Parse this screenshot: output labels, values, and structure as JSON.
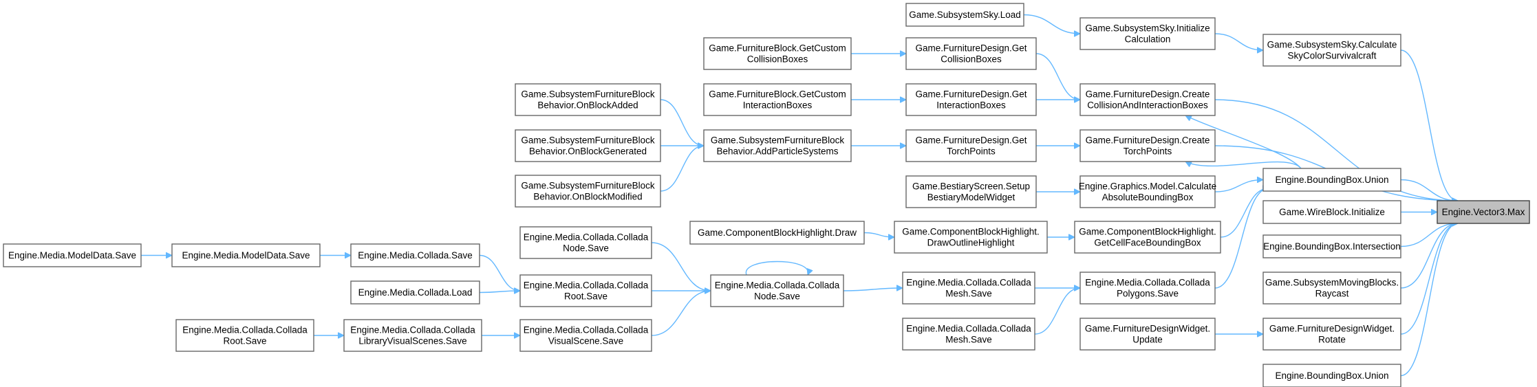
{
  "graph": {
    "colors": {
      "edge": "#63b8ff",
      "node_border": "#666666",
      "target_fill": "#bfbfbf"
    },
    "nodes": [
      {
        "id": "n_vmax",
        "lines": [
          "Engine.Vector3.Max"
        ],
        "target": true
      },
      {
        "id": "n_sky_load",
        "lines": [
          "Game.SubsystemSky.Load"
        ]
      },
      {
        "id": "n_sky_init",
        "lines": [
          "Game.SubsystemSky.Initialize",
          "Calculation"
        ]
      },
      {
        "id": "n_sky_calc",
        "lines": [
          "Game.SubsystemSky.Calculate",
          "SkyColorSurvivalcraft"
        ]
      },
      {
        "id": "n_fb_getcoll",
        "lines": [
          "Game.FurnitureBlock.GetCustom",
          "CollisionBoxes"
        ]
      },
      {
        "id": "n_fd_getcoll",
        "lines": [
          "Game.FurnitureDesign.Get",
          "CollisionBoxes"
        ]
      },
      {
        "id": "n_fb_getint",
        "lines": [
          "Game.FurnitureBlock.GetCustom",
          "InteractionBoxes"
        ]
      },
      {
        "id": "n_fd_getint",
        "lines": [
          "Game.FurnitureDesign.Get",
          "InteractionBoxes"
        ]
      },
      {
        "id": "n_fd_createcoll",
        "lines": [
          "Game.FurnitureDesign.Create",
          "CollisionAndInteractionBoxes"
        ]
      },
      {
        "id": "n_sfb_added",
        "lines": [
          "Game.SubsystemFurnitureBlock",
          "Behavior.OnBlockAdded"
        ]
      },
      {
        "id": "n_sfb_gen",
        "lines": [
          "Game.SubsystemFurnitureBlock",
          "Behavior.OnBlockGenerated"
        ]
      },
      {
        "id": "n_sfb_mod",
        "lines": [
          "Game.SubsystemFurnitureBlock",
          "Behavior.OnBlockModified"
        ]
      },
      {
        "id": "n_sfb_addps",
        "lines": [
          "Game.SubsystemFurnitureBlock",
          "Behavior.AddParticleSystems"
        ]
      },
      {
        "id": "n_fd_gettorch",
        "lines": [
          "Game.FurnitureDesign.Get",
          "TorchPoints"
        ]
      },
      {
        "id": "n_fd_createtorch",
        "lines": [
          "Game.FurnitureDesign.Create",
          "TorchPoints"
        ]
      },
      {
        "id": "n_bb_union1",
        "lines": [
          "Engine.BoundingBox.Union"
        ]
      },
      {
        "id": "n_bestiary",
        "lines": [
          "Game.BestiaryScreen.Setup",
          "BestiaryModelWidget"
        ]
      },
      {
        "id": "n_gm_calc",
        "lines": [
          "Engine.Graphics.Model.Calculate",
          "AbsoluteBoundingBox"
        ]
      },
      {
        "id": "n_wire_init",
        "lines": [
          "Game.WireBlock.Initialize"
        ]
      },
      {
        "id": "n_cbh_draw",
        "lines": [
          "Game.ComponentBlockHighlight.Draw"
        ]
      },
      {
        "id": "n_cbh_drawout",
        "lines": [
          "Game.ComponentBlockHighlight.",
          "DrawOutlineHighlight"
        ]
      },
      {
        "id": "n_cbh_getcell",
        "lines": [
          "Game.ComponentBlockHighlight.",
          "GetCellFaceBoundingBox"
        ]
      },
      {
        "id": "n_bb_inter",
        "lines": [
          "Engine.BoundingBox.Intersection"
        ]
      },
      {
        "id": "n_md_save1",
        "lines": [
          "Engine.Media.ModelData.Save"
        ]
      },
      {
        "id": "n_md_save2",
        "lines": [
          "Engine.Media.ModelData.Save"
        ]
      },
      {
        "id": "n_col_save",
        "lines": [
          "Engine.Media.Collada.Save"
        ]
      },
      {
        "id": "n_cnode_save_a",
        "lines": [
          "Engine.Media.Collada.Collada",
          "Node.Save"
        ]
      },
      {
        "id": "n_cnode_save_main",
        "lines": [
          "Engine.Media.Collada.Collada",
          "Node.Save"
        ]
      },
      {
        "id": "n_col_load",
        "lines": [
          "Engine.Media.Collada.Load"
        ]
      },
      {
        "id": "n_croot_save_a",
        "lines": [
          "Engine.Media.Collada.Collada",
          "Root.Save"
        ]
      },
      {
        "id": "n_cmesh_save_a",
        "lines": [
          "Engine.Media.Collada.Collada",
          "Mesh.Save"
        ]
      },
      {
        "id": "n_cpoly_save",
        "lines": [
          "Engine.Media.Collada.Collada",
          "Polygons.Save"
        ]
      },
      {
        "id": "n_smb_raycast",
        "lines": [
          "Game.SubsystemMovingBlocks.",
          "Raycast"
        ]
      },
      {
        "id": "n_croot_save_b",
        "lines": [
          "Engine.Media.Collada.Collada",
          "Root.Save"
        ]
      },
      {
        "id": "n_clvs_save",
        "lines": [
          "Engine.Media.Collada.Collada",
          "LibraryVisualScenes.Save"
        ]
      },
      {
        "id": "n_cvs_save",
        "lines": [
          "Engine.Media.Collada.Collada",
          "VisualScene.Save"
        ]
      },
      {
        "id": "n_cmesh_save_b",
        "lines": [
          "Engine.Media.Collada.Collada",
          "Mesh.Save"
        ]
      },
      {
        "id": "n_fdw_update",
        "lines": [
          "Game.FurnitureDesignWidget.",
          "Update"
        ]
      },
      {
        "id": "n_fdw_rotate",
        "lines": [
          "Game.FurnitureDesignWidget.",
          "Rotate"
        ]
      },
      {
        "id": "n_bb_union2",
        "lines": [
          "Engine.BoundingBox.Union"
        ]
      }
    ],
    "edges": [
      {
        "from": "n_sky_load",
        "to": "n_sky_init"
      },
      {
        "from": "n_sky_init",
        "to": "n_sky_calc"
      },
      {
        "from": "n_sky_calc",
        "to": "n_vmax"
      },
      {
        "from": "n_fb_getcoll",
        "to": "n_fd_getcoll"
      },
      {
        "from": "n_fd_getcoll",
        "to": "n_fd_createcoll"
      },
      {
        "from": "n_fb_getint",
        "to": "n_fd_getint"
      },
      {
        "from": "n_fd_getint",
        "to": "n_fd_createcoll"
      },
      {
        "from": "n_fd_createcoll",
        "to": "n_vmax"
      },
      {
        "from": "n_fd_createcoll",
        "to": "n_bb_union1",
        "reverse": true
      },
      {
        "from": "n_sfb_added",
        "to": "n_sfb_addps"
      },
      {
        "from": "n_sfb_gen",
        "to": "n_sfb_addps"
      },
      {
        "from": "n_sfb_mod",
        "to": "n_sfb_addps"
      },
      {
        "from": "n_sfb_addps",
        "to": "n_fd_gettorch"
      },
      {
        "from": "n_fd_gettorch",
        "to": "n_fd_createtorch"
      },
      {
        "from": "n_fd_createtorch",
        "to": "n_vmax"
      },
      {
        "from": "n_fd_createtorch",
        "to": "n_bb_union1",
        "reverse": true
      },
      {
        "from": "n_bb_union1",
        "to": "n_vmax"
      },
      {
        "from": "n_bestiary",
        "to": "n_gm_calc"
      },
      {
        "from": "n_gm_calc",
        "to": "n_bb_union1"
      },
      {
        "from": "n_wire_init",
        "to": "n_vmax"
      },
      {
        "from": "n_cbh_draw",
        "to": "n_cbh_drawout"
      },
      {
        "from": "n_cbh_drawout",
        "to": "n_cbh_getcell"
      },
      {
        "from": "n_cbh_getcell",
        "to": "n_bb_union1"
      },
      {
        "from": "n_bb_inter",
        "to": "n_vmax"
      },
      {
        "from": "n_md_save1",
        "to": "n_md_save2"
      },
      {
        "from": "n_md_save2",
        "to": "n_col_save"
      },
      {
        "from": "n_col_save",
        "to": "n_croot_save_a"
      },
      {
        "from": "n_col_load",
        "to": "n_croot_save_a"
      },
      {
        "from": "n_cnode_save_a",
        "to": "n_cnode_save_main"
      },
      {
        "from": "n_croot_save_a",
        "to": "n_cnode_save_main"
      },
      {
        "from": "n_cnode_save_main",
        "to": "n_cnode_save_main",
        "self": true
      },
      {
        "from": "n_croot_save_b",
        "to": "n_clvs_save"
      },
      {
        "from": "n_clvs_save",
        "to": "n_cvs_save"
      },
      {
        "from": "n_cvs_save",
        "to": "n_cnode_save_main"
      },
      {
        "from": "n_cnode_save_main",
        "to": "n_cmesh_save_a"
      },
      {
        "from": "n_cmesh_save_a",
        "to": "n_cpoly_save"
      },
      {
        "from": "n_cmesh_save_b",
        "to": "n_cpoly_save"
      },
      {
        "from": "n_cpoly_save",
        "to": "n_bb_union1"
      },
      {
        "from": "n_smb_raycast",
        "to": "n_vmax"
      },
      {
        "from": "n_fdw_update",
        "to": "n_fdw_rotate"
      },
      {
        "from": "n_fdw_rotate",
        "to": "n_vmax"
      },
      {
        "from": "n_bb_union2",
        "to": "n_vmax"
      }
    ]
  }
}
